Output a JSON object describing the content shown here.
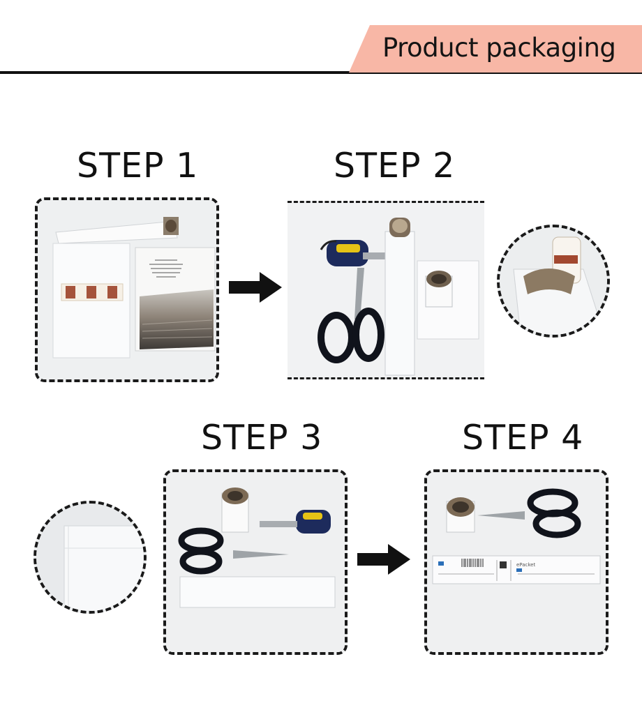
{
  "header": {
    "title": "Product packaging",
    "tab_color": "#f8b7a6"
  },
  "steps": [
    {
      "label": "STEP 1",
      "photo_icon": "paper-sheets-and-tube-photo"
    },
    {
      "label": "STEP 2",
      "photo_icon": "tape-scissors-tube-photo"
    },
    {
      "label": "STEP 3",
      "photo_icon": "roll-tape-scissors-box-photo"
    },
    {
      "label": "STEP 4",
      "photo_icon": "labeled-box-scissors-photo"
    }
  ],
  "labels": {
    "box_brand": "ePacket"
  },
  "icons": {
    "arrow": "arrow-right-icon",
    "detail_top": "tube-detail-circle",
    "detail_bottom": "box-corner-detail-circle"
  }
}
